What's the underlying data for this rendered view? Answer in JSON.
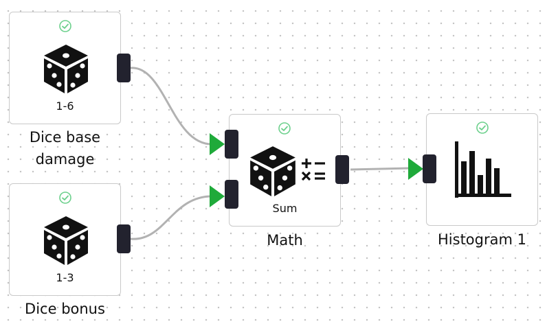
{
  "nodes": {
    "dice_base": {
      "value_label": "1-6",
      "title_line1": "Dice base",
      "title_line2": "damage"
    },
    "dice_bonus": {
      "value_label": "1-3",
      "title": "Dice bonus"
    },
    "math": {
      "operation_label": "Sum",
      "title": "Math"
    },
    "histogram": {
      "title": "Histogram 1"
    }
  },
  "icons": {
    "status": "check-circle-icon",
    "dice": "dice-icon",
    "math_ops": "math-operators-icon",
    "histogram": "bar-chart-icon"
  },
  "colors": {
    "port": "#22222e",
    "arrow": "#1faa3a",
    "edge": "#b2b2b2",
    "status_check": "#6cd08c",
    "node_border": "#c9c9c9"
  }
}
